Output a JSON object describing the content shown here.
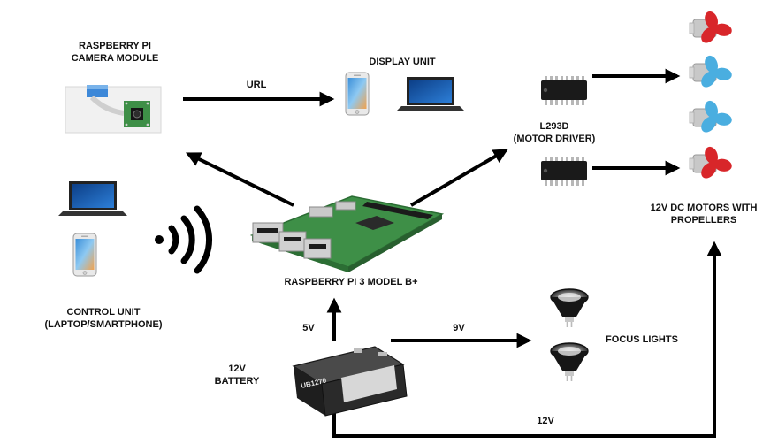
{
  "colors": {
    "arrow": "#000000",
    "pcb_green": "#3e8f47",
    "propeller_red": "#d8262a",
    "propeller_blue": "#4aaee0",
    "battery_body": "#2a2a2a"
  },
  "labels": {
    "camera": [
      "RASPBERRY PI",
      "CAMERA MODULE"
    ],
    "display": "DISPLAY UNIT",
    "url": "URL",
    "motor_driver": [
      "L293D",
      "(MOTOR DRIVER)"
    ],
    "motors": [
      "12V DC MOTORS WITH",
      "PROPELLERS"
    ],
    "control": [
      "CONTROL UNIT",
      "(LAPTOP/SMARTPHONE)"
    ],
    "raspberry_pi": "RASPBERRY PI 3 MODEL B+",
    "five_volt": "5V",
    "nine_volt": "9V",
    "focus_lights": "FOCUS LIGHTS",
    "battery": [
      "12V",
      "BATTERY"
    ],
    "twelve_volt": "12V",
    "battery_brand": "UB1270"
  },
  "icons": {
    "camera": "camera-module-icon",
    "display_phone": "smartphone-icon",
    "display_laptop": "laptop-icon",
    "chip": "ic-chip-icon",
    "propeller": "propeller-icon",
    "wifi": "wifi-signal-icon",
    "raspberry_pi": "raspberry-pi-board-icon",
    "focus_light": "spotlight-icon",
    "battery": "battery-icon"
  }
}
